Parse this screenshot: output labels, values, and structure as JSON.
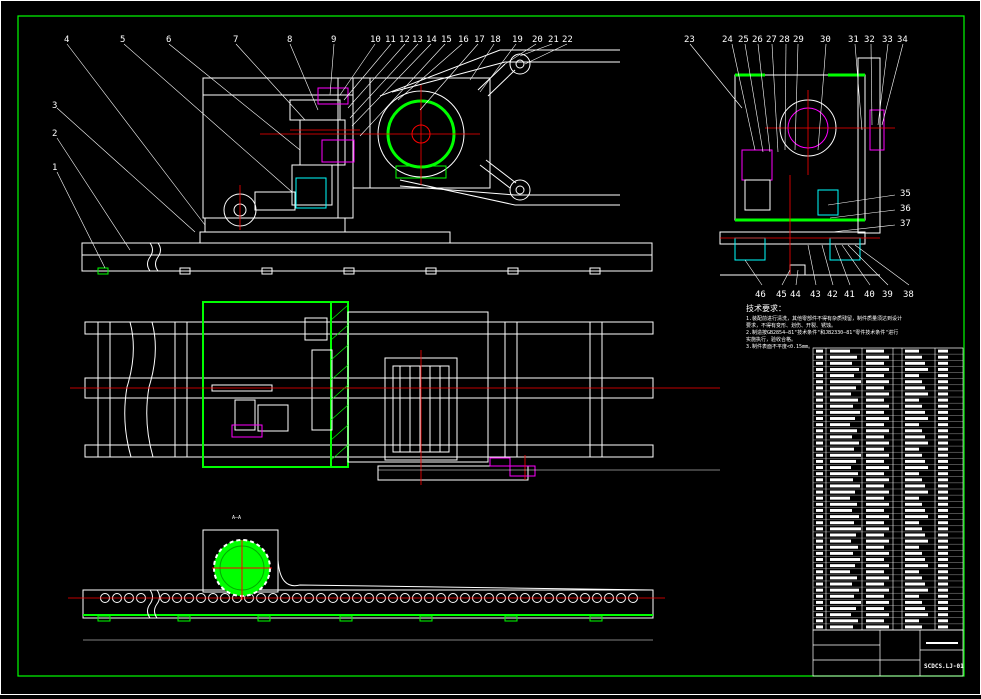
{
  "colors": {
    "background": "#000000",
    "line": "#ffffff",
    "accent_green": "#00ff00",
    "center_line": "#ff0000",
    "cyan": "#00ffff",
    "magenta": "#ff00ff",
    "yellow": "#ffff00"
  },
  "part_numbers_top": [
    "4",
    "5",
    "6",
    "7",
    "8",
    "9",
    "10",
    "11",
    "12",
    "13",
    "14",
    "15",
    "16",
    "17",
    "18",
    "19",
    "20",
    "21",
    "22"
  ],
  "part_numbers_left": [
    "3",
    "2",
    "1"
  ],
  "part_numbers_right_top": [
    "23",
    "24",
    "25",
    "26",
    "27",
    "28",
    "29",
    "30",
    "31",
    "32",
    "33",
    "34"
  ],
  "part_numbers_right_side": [
    "35",
    "36",
    "37"
  ],
  "part_numbers_right_bottom": [
    "46",
    "45",
    "44",
    "43",
    "42",
    "41",
    "40",
    "39",
    "38"
  ],
  "section_label": "A—A",
  "tech_requirements": {
    "title": "技术要求：",
    "lines": [
      "1.装配前进行清洗，其他零部件不得有杂质残留，制件质量须达到设计",
      "要求，不得有变形、划伤、开裂、锈蚀。",
      "2.制造按GB2854—81\"技术条件\"和JB2330—81\"零件技术条件\"进行",
      "实施执行，验收合格。",
      "3.制件表面不平度<0.15mm。"
    ]
  },
  "title_block": {
    "drawing_number": "SCDCS.LJ-01"
  },
  "bom_rows": 46
}
